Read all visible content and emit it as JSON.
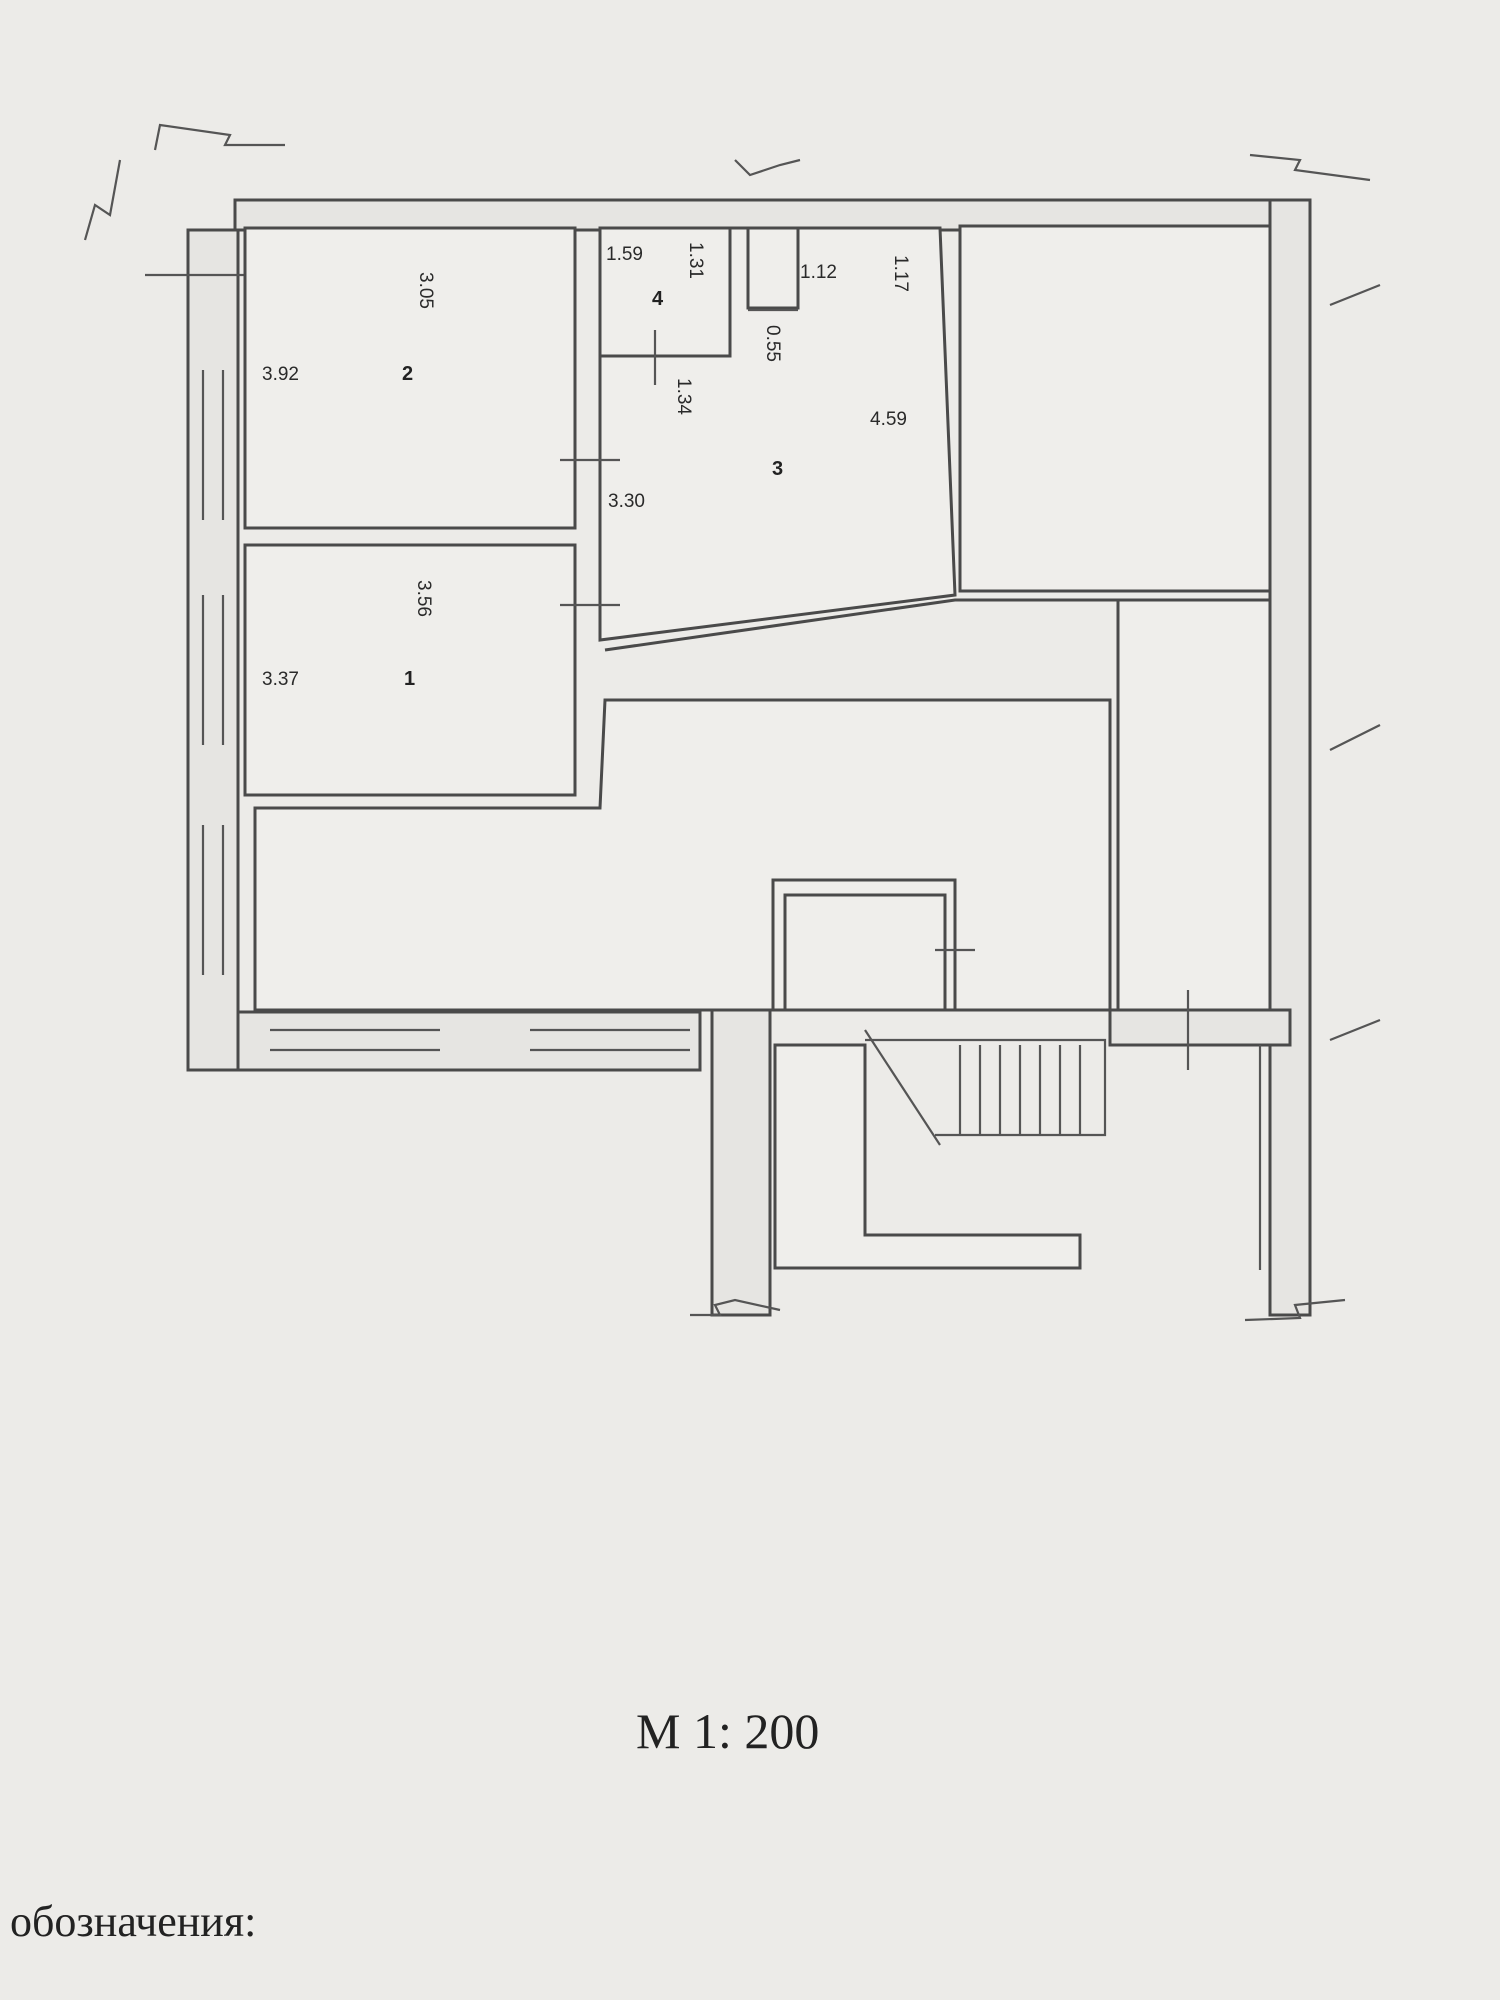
{
  "plan": {
    "rooms": [
      {
        "number": "1",
        "width": "3.37",
        "length": "3.56"
      },
      {
        "number": "2",
        "width": "3.92",
        "length": "3.05"
      },
      {
        "number": "3",
        "dims": [
          "4.59",
          "3.30",
          "1.34",
          "0.55"
        ]
      },
      {
        "number": "4",
        "width": "1.59",
        "length": "1.31"
      }
    ],
    "extra_dims": {
      "a": "1.12",
      "b": "1.17"
    },
    "scale": "М 1: 200",
    "legend_label": "обозначения:"
  }
}
